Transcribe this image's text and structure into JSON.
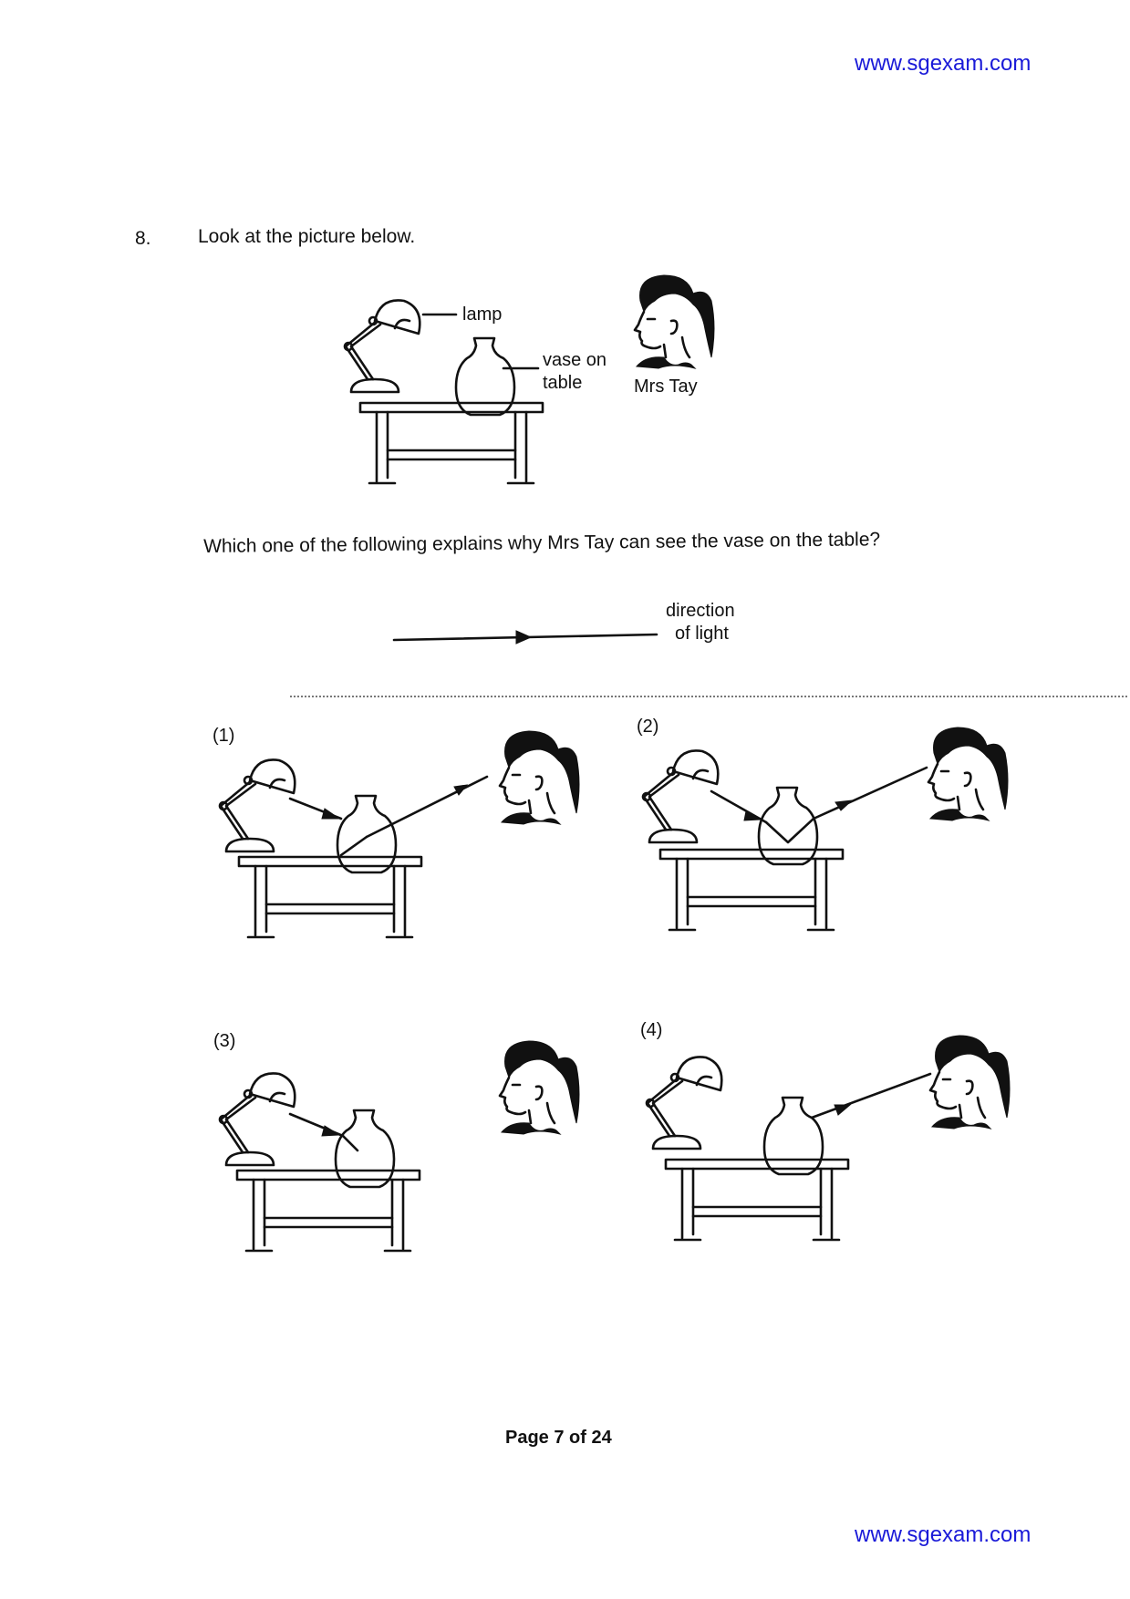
{
  "header": {
    "link": "www.sgexam.com"
  },
  "footer": {
    "link": "www.sgexam.com",
    "page": "Page 7 of 24"
  },
  "question": {
    "number": "8.",
    "intro": "Look at the picture below.",
    "prompt": "Which one of the following explains why Mrs Tay can see the vase on the table?"
  },
  "figure": {
    "lamp_label": "lamp",
    "vase_label_line1": "vase on",
    "vase_label_line2": "table",
    "person_label": "Mrs Tay"
  },
  "legend": {
    "line1": "direction",
    "line2": "of light"
  },
  "options": [
    {
      "label": "(1)"
    },
    {
      "label": "(2)"
    },
    {
      "label": "(3)"
    },
    {
      "label": "(4)"
    }
  ]
}
